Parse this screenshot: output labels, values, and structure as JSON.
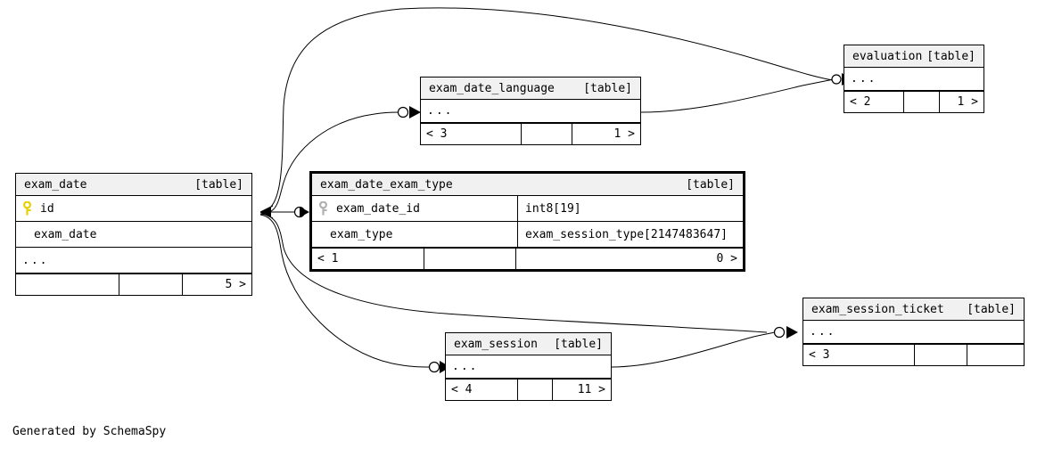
{
  "diagram": {
    "generator_credit": "Generated by SchemaSpy",
    "table_tag": "[table]",
    "ellipsis": "...",
    "key_primary_color": "#e8d000",
    "key_foreign_color": "#b0b0b0",
    "header_bg": "#f1f1f1",
    "line_color": "#000000"
  },
  "tables": {
    "exam_date": {
      "name": "exam_date",
      "tag": "[table]",
      "rows": [
        {
          "key": "primary",
          "name": "id",
          "type": ""
        },
        {
          "key": "none",
          "name": "exam_date",
          "type": ""
        }
      ],
      "has_ellipsis_row": true,
      "footer": {
        "left": "",
        "mid": "",
        "right": "5 >"
      }
    },
    "exam_date_exam_type": {
      "name": "exam_date_exam_type",
      "tag": "[table]",
      "rows": [
        {
          "key": "foreign",
          "name": "exam_date_id",
          "type": "int8[19]"
        },
        {
          "key": "none",
          "name": "exam_type",
          "type": "exam_session_type[2147483647]"
        }
      ],
      "has_ellipsis_row": false,
      "footer": {
        "left": "< 1",
        "mid": "",
        "right": "0 >"
      }
    },
    "exam_date_language": {
      "name": "exam_date_language",
      "tag": "[table]",
      "rows": [],
      "has_ellipsis_row": true,
      "footer": {
        "left": "< 3",
        "mid": "",
        "right": "1 >"
      }
    },
    "evaluation": {
      "name": "evaluation",
      "tag": "[table]",
      "rows": [],
      "has_ellipsis_row": true,
      "footer": {
        "left": "< 2",
        "mid": "",
        "right": "1 >"
      }
    },
    "exam_session": {
      "name": "exam_session",
      "tag": "[table]",
      "rows": [],
      "has_ellipsis_row": true,
      "footer": {
        "left": "< 4",
        "mid": "",
        "right": "11 >"
      }
    },
    "exam_session_ticket": {
      "name": "exam_session_ticket",
      "tag": "[table]",
      "rows": [],
      "has_ellipsis_row": true,
      "footer": {
        "left": "< 3",
        "mid": "",
        "right": ""
      }
    }
  }
}
